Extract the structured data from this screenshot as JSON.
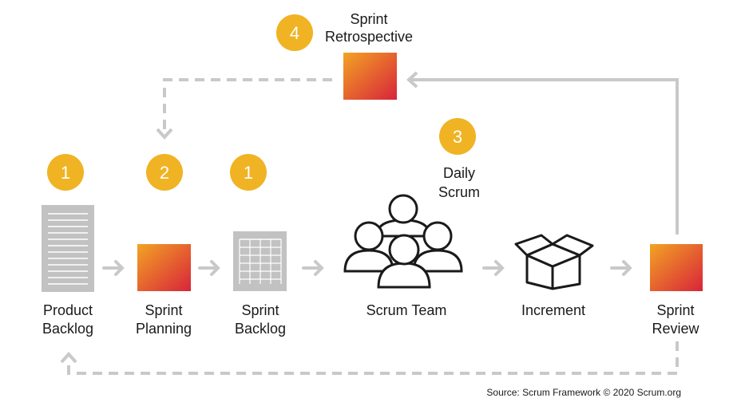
{
  "colors": {
    "badge": "#f0b323",
    "arrow": "#c9c9c9",
    "doc": "#c2c2c2",
    "gradient_start": "#f3a324",
    "gradient_end": "#d8243a",
    "text": "#1a1a1a"
  },
  "stages": {
    "product_backlog": {
      "line1": "Product",
      "line2": "Backlog",
      "badge": "1"
    },
    "sprint_planning": {
      "line1": "Sprint",
      "line2": "Planning",
      "badge": "2"
    },
    "sprint_backlog": {
      "line1": "Sprint",
      "line2": "Backlog",
      "badge": "1"
    },
    "scrum_team": {
      "line1": "Scrum Team"
    },
    "daily_scrum": {
      "line1": "Daily",
      "line2": "Scrum",
      "badge": "3"
    },
    "increment": {
      "line1": "Increment"
    },
    "sprint_review": {
      "line1": "Sprint",
      "line2": "Review"
    },
    "sprint_retrospective": {
      "line1": "Sprint",
      "line2": "Retrospective",
      "badge": "4"
    }
  },
  "source": "Source: Scrum Framework © 2020 Scrum.org"
}
